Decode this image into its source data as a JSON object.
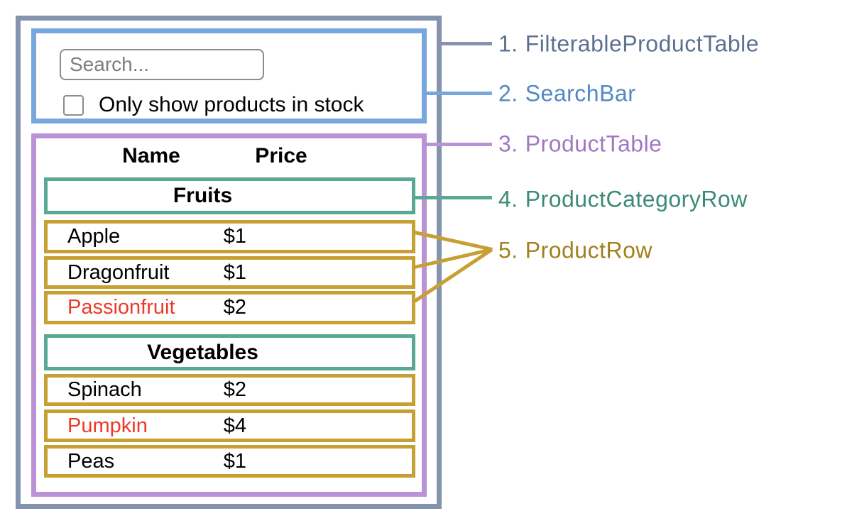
{
  "search_bar": {
    "search_placeholder": "Search...",
    "checkbox_label": "Only show products in stock",
    "checkbox_checked": false
  },
  "product_table": {
    "headers": {
      "name": "Name",
      "price": "Price"
    },
    "sections": [
      {
        "category": "Fruits",
        "rows": [
          {
            "name": "Apple",
            "price": "$1"
          },
          {
            "name": "Dragonfruit",
            "price": "$1"
          },
          {
            "name": "Passionfruit",
            "price": "$2"
          }
        ]
      },
      {
        "category": "Vegetables",
        "rows": [
          {
            "name": "Spinach",
            "price": "$2"
          },
          {
            "name": "Pumpkin",
            "price": "$4"
          },
          {
            "name": "Peas",
            "price": "$1"
          }
        ]
      }
    ]
  },
  "legend": [
    {
      "number": "1.",
      "label": "FilterableProductTable"
    },
    {
      "number": "2.",
      "label": "SearchBar"
    },
    {
      "number": "3.",
      "label": "ProductTable"
    },
    {
      "number": "4.",
      "label": "ProductCategoryRow"
    },
    {
      "number": "5.",
      "label": "ProductRow"
    }
  ],
  "colors": {
    "outer_border": "#8494ae",
    "searchbar_border": "#77a7dc",
    "table_border": "#ba93d7",
    "category_border": "#58a894",
    "row_border": "#c7a033",
    "highlight_text": "#ec3a28",
    "input_border": "#8c8c8c",
    "placeholder": "#7d7d7d",
    "legend_1": "#5c7090",
    "legend_2": "#5288c4",
    "legend_3": "#a276c2",
    "legend_4": "#3c8a76",
    "legend_5": "#a2801d"
  }
}
